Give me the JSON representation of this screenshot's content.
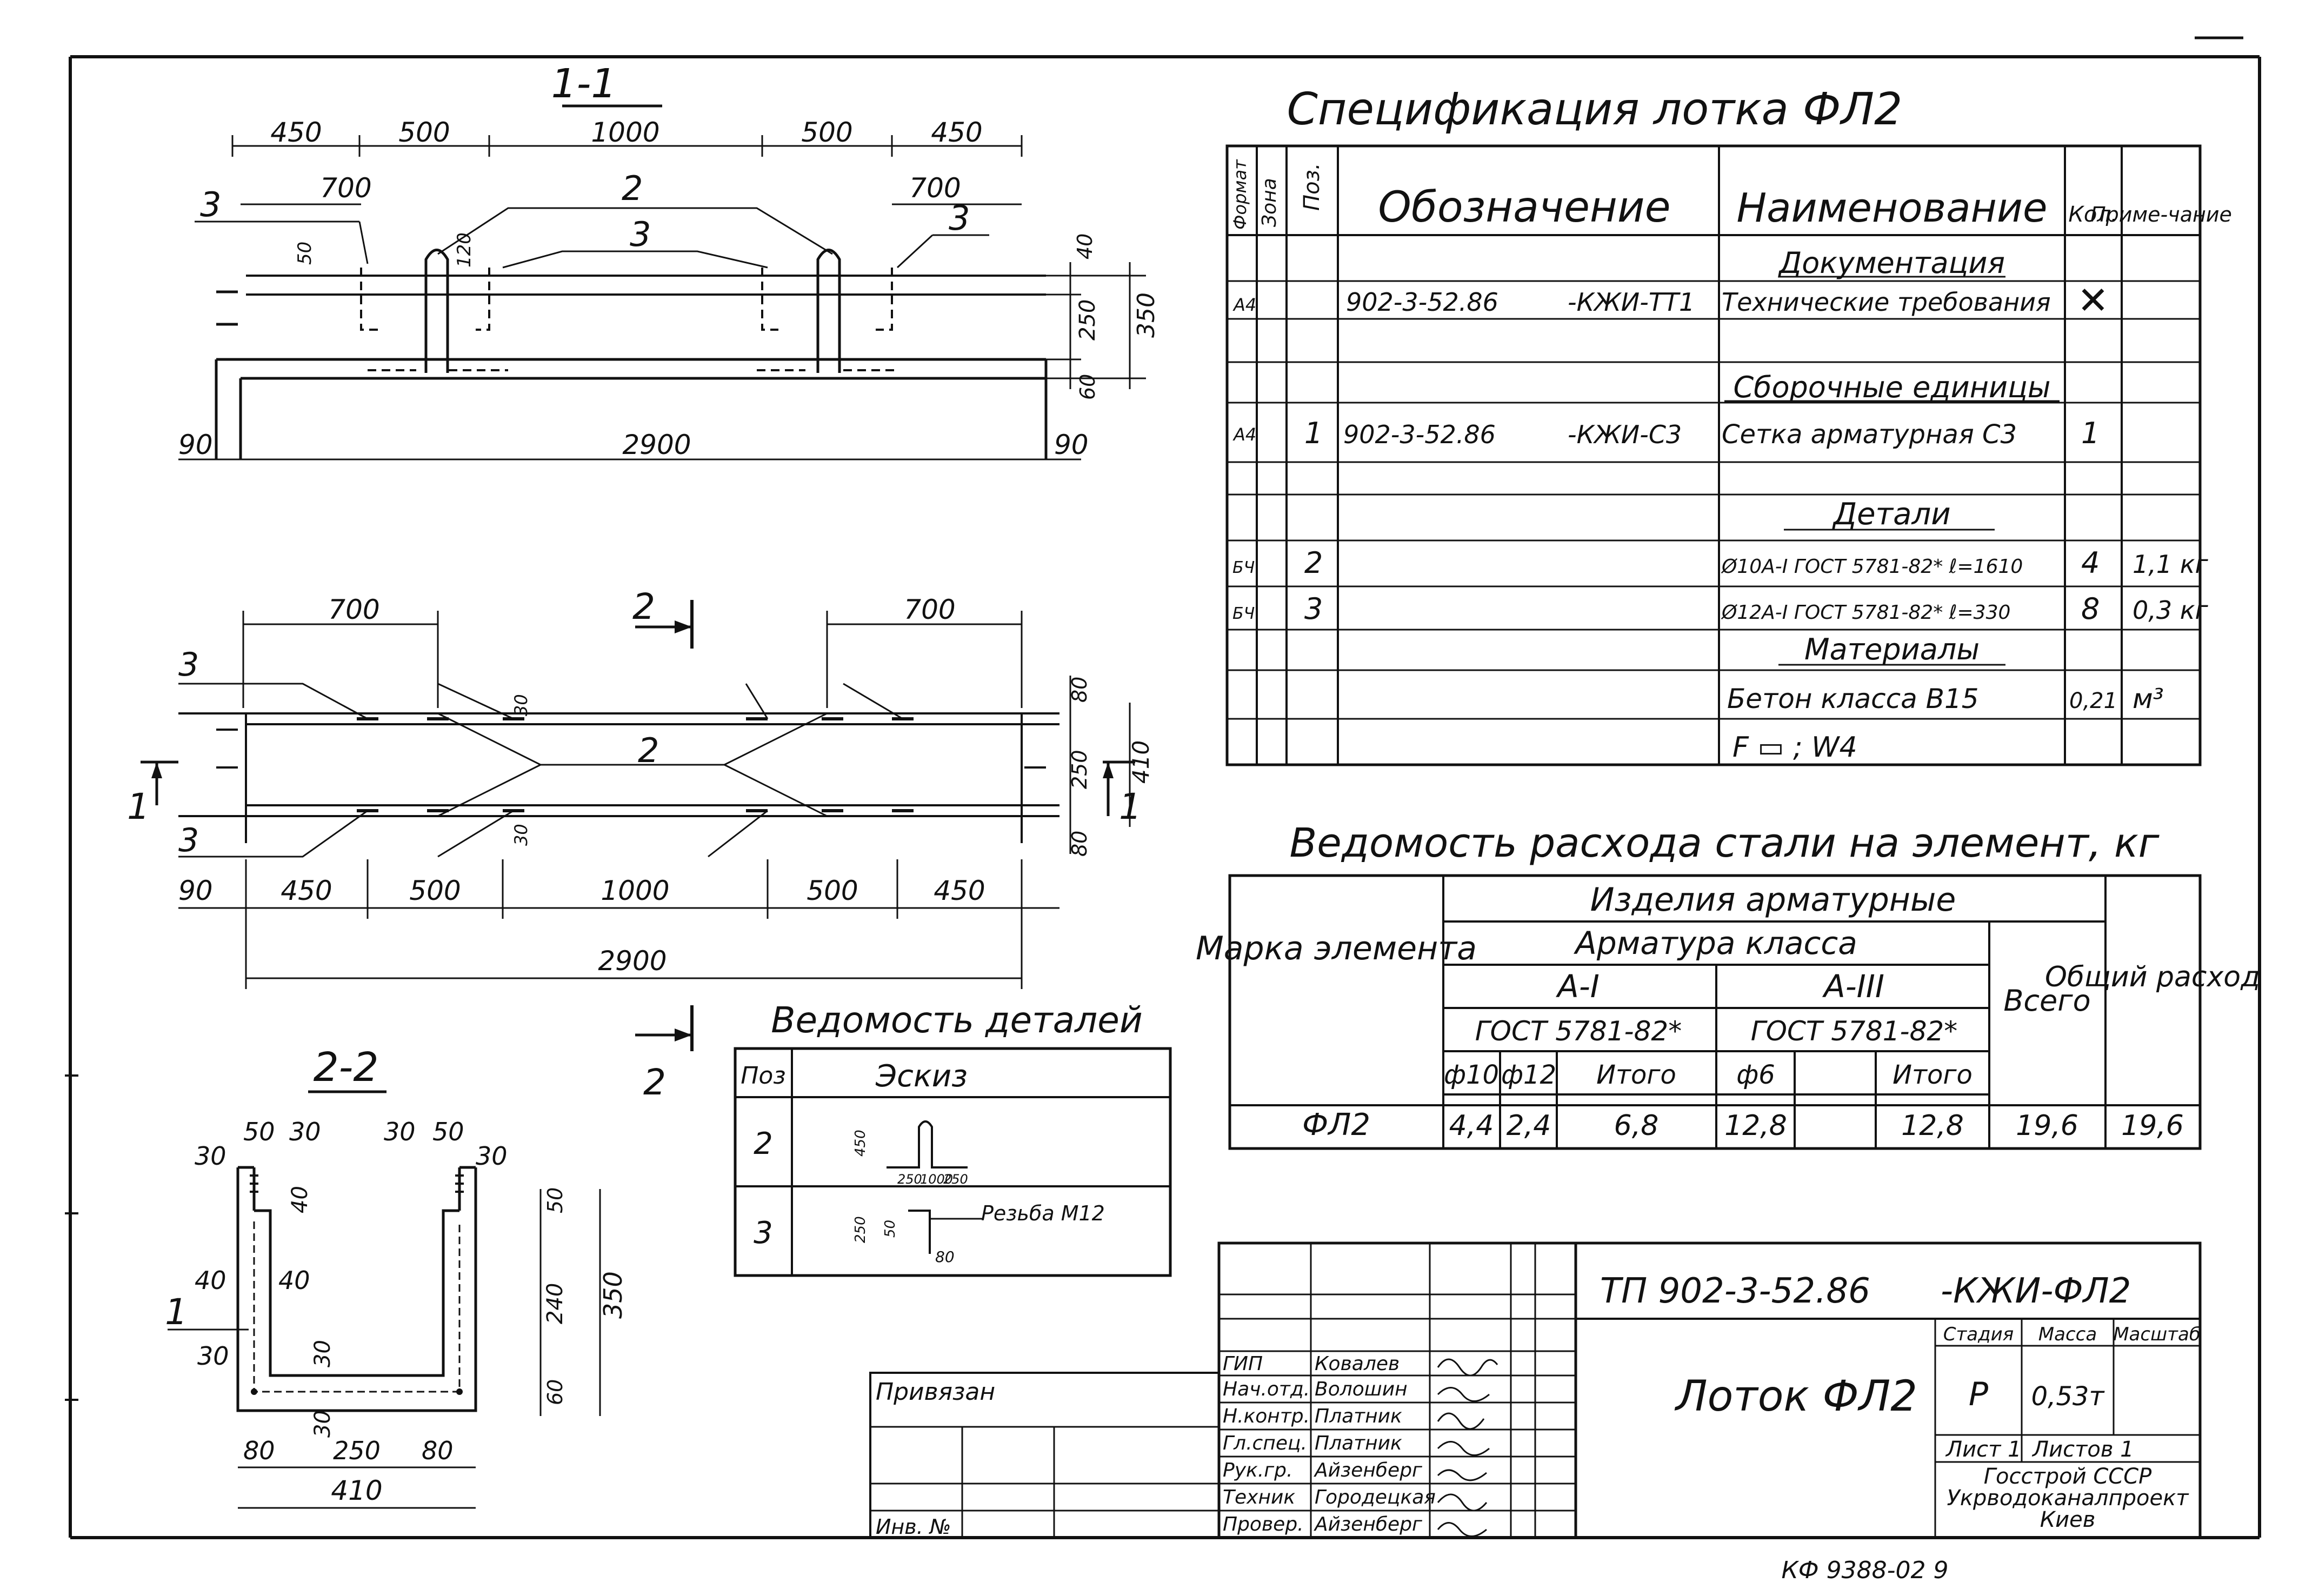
{
  "section_1_1": {
    "label": "1-1",
    "dims_top": [
      "450",
      "500",
      "1000",
      "500",
      "450"
    ],
    "dims_mid": [
      "700",
      "700"
    ],
    "dims_small": [
      "50",
      "120"
    ],
    "dims_right": [
      "40",
      "250",
      "60",
      "350"
    ],
    "dims_bottom": [
      "90",
      "2900",
      "90"
    ],
    "callouts": [
      "3",
      "2",
      "3",
      "3"
    ]
  },
  "plan": {
    "dims_top": [
      "700",
      "700"
    ],
    "section_mark": "2",
    "side_mark": "1",
    "callouts": [
      "3",
      "2",
      "3"
    ],
    "dims_small": [
      "30",
      "30"
    ],
    "dims_right": [
      "80",
      "250",
      "80",
      "410"
    ],
    "dims_bottom": [
      "90",
      "450",
      "500",
      "1000",
      "500",
      "450"
    ],
    "dim_total": "2900"
  },
  "section_2_2": {
    "label": "2-2",
    "dims_top": [
      "30",
      "50",
      "30",
      "30",
      "50",
      "30"
    ],
    "dims_left": [
      "40",
      "40",
      "30",
      "30",
      "30"
    ],
    "dims_right": [
      "50",
      "240",
      "60",
      "350"
    ],
    "dims_bottom": [
      "80",
      "250",
      "80",
      "410"
    ],
    "callout": "1",
    "dim_inner": "40"
  },
  "spec": {
    "title": "Спецификация лотка ФЛ2",
    "headers": {
      "format": "Формат",
      "zone": "Зона",
      "pos": "Поз.",
      "designation": "Обозначение",
      "name": "Наименование",
      "qty": "Кол.",
      "note": "Приме-чание"
    },
    "rows": [
      {
        "format": "",
        "pos": "",
        "des1": "",
        "des2": "",
        "name": "Документация",
        "qty": "",
        "note": ""
      },
      {
        "format": "А4",
        "pos": "",
        "des1": "902-3-52.86",
        "des2": "-КЖИ-ТТ1",
        "name": "Технические требования",
        "qty": "✕",
        "note": ""
      },
      {
        "format": "",
        "pos": "",
        "des1": "",
        "des2": "",
        "name": "",
        "qty": "",
        "note": ""
      },
      {
        "format": "",
        "pos": "",
        "des1": "",
        "des2": "",
        "name": "Сборочные единицы",
        "qty": "",
        "note": ""
      },
      {
        "format": "А4",
        "pos": "1",
        "des1": "902-3-52.86",
        "des2": "-КЖИ-С3",
        "name": "Сетка арматурная С3",
        "qty": "1",
        "note": ""
      },
      {
        "format": "",
        "pos": "",
        "des1": "",
        "des2": "",
        "name": "",
        "qty": "",
        "note": ""
      },
      {
        "format": "",
        "pos": "",
        "des1": "",
        "des2": "",
        "name": "Детали",
        "qty": "",
        "note": ""
      },
      {
        "format": "БЧ",
        "pos": "2",
        "des1": "",
        "des2": "",
        "name": "Ø10А-I ГОСТ 5781-82* ℓ=1610",
        "qty": "4",
        "note": "1,1 кг"
      },
      {
        "format": "БЧ",
        "pos": "3",
        "des1": "",
        "des2": "",
        "name": "Ø12А-I ГОСТ 5781-82* ℓ=330",
        "qty": "8",
        "note": "0,3 кг"
      },
      {
        "format": "",
        "pos": "",
        "des1": "",
        "des2": "",
        "name": "Материалы",
        "qty": "",
        "note": ""
      },
      {
        "format": "",
        "pos": "",
        "des1": "",
        "des2": "",
        "name": "Бетон класса В15",
        "qty": "0,21",
        "note": "м³"
      },
      {
        "format": "",
        "pos": "",
        "des1": "",
        "des2": "",
        "name": "F ▭ ; W4",
        "qty": "",
        "note": ""
      }
    ]
  },
  "steel": {
    "title": "Ведомость расхода стали на элемент, кг",
    "h_element": "Марка элемента",
    "h_products": "Изделия арматурные",
    "h_class": "Арматура класса",
    "h_a1": "А-I",
    "h_a3": "А-III",
    "h_gost1": "ГОСТ 5781-82*",
    "h_gost2": "ГОСТ 5781-82*",
    "h_d10": "ф10",
    "h_d12": "ф12",
    "h_total1": "Итого",
    "h_d6": "ф6",
    "h_total2": "Итого",
    "h_all": "Всего",
    "h_sum": "Общий расход",
    "row": {
      "mark": "ФЛ2",
      "d10": "4,4",
      "d12": "2,4",
      "sum1": "6,8",
      "d6": "12,8",
      "blank": "",
      "sum2": "12,8",
      "all": "19,6",
      "total": "19,6"
    }
  },
  "details": {
    "title": "Ведомость деталей",
    "h_pos": "Поз",
    "h_sketch": "Эскиз",
    "rows": [
      {
        "pos": "2",
        "dims": [
          "450",
          "250",
          "1000",
          "250"
        ]
      },
      {
        "pos": "3",
        "dims": [
          "250",
          "50",
          "80"
        ],
        "note": "Резьба М12"
      }
    ]
  },
  "stamp": {
    "code": "ТП 902-3-52.86",
    "code2": "-КЖИ-ФЛ2",
    "title": "Лоток ФЛ2",
    "privyazan": "Привязан",
    "inv": "Инв. №",
    "stage_h": "Стадия",
    "mass_h": "Масса",
    "scale_h": "Масштаб",
    "stage": "Р",
    "mass": "0,53т",
    "scale": "",
    "sheet": "Лист 1",
    "sheets": "Листов 1",
    "org1": "Госстрой СССР",
    "org2": "Укрводоканалпроект",
    "org3": "Киев",
    "roles": [
      {
        "role": "ГИП",
        "name": "Ковалев"
      },
      {
        "role": "Нач.отд.",
        "name": "Волошин"
      },
      {
        "role": "Н.контр.",
        "name": "Платник"
      },
      {
        "role": "Гл.спец.",
        "name": "Платник"
      },
      {
        "role": "Рук.гр.",
        "name": "Айзенберг"
      },
      {
        "role": "Техник",
        "name": "Городецкая"
      },
      {
        "role": "Провер.",
        "name": "Айзенберг"
      }
    ]
  },
  "footer": "КФ 9388-02  9"
}
